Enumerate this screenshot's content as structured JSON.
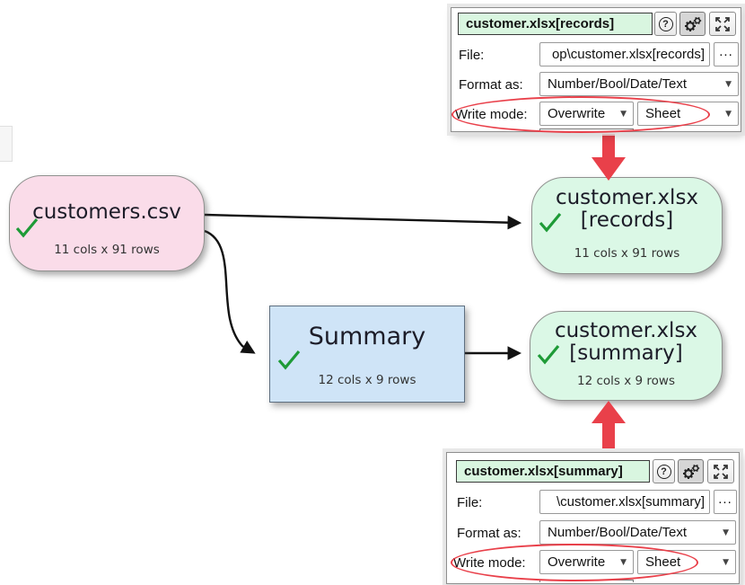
{
  "colors": {
    "accent_red": "#e9404a",
    "node_pink": "#fadce9",
    "node_green": "#dbf8e6",
    "node_blue": "#cfe4f7",
    "header_green": "#d9f6e0",
    "check_green": "#1e9b37"
  },
  "icons": {
    "help": "?",
    "browse": "...",
    "dropdown": "▼"
  },
  "diagram": {
    "source_node": {
      "title": "customers.csv",
      "stats": "11 cols x 91 rows"
    },
    "records_node": {
      "title": "customer.xlsx",
      "subtitle": "[records]",
      "stats": "11 cols x 91 rows"
    },
    "transform_node": {
      "title": "Summary",
      "stats": "12 cols x 9 rows"
    },
    "summary_node": {
      "title": "customer.xlsx",
      "subtitle": "[summary]",
      "stats": "12 cols x 9 rows"
    }
  },
  "panels": {
    "records": {
      "title": "customer.xlsx[records]",
      "file_label": "File:",
      "file_value": "op\\customer.xlsx[records]",
      "format_label": "Format as:",
      "format_value": "Number/Bool/Date/Text",
      "write_mode_label": "Write mode:",
      "write_mode_value": "Overwrite",
      "sheet_value": "Sheet"
    },
    "summary": {
      "title": "customer.xlsx[summary]",
      "file_label": "File:",
      "file_value": "\\customer.xlsx[summary]",
      "format_label": "Format as:",
      "format_value": "Number/Bool/Date/Text",
      "write_mode_label": "Write mode:",
      "write_mode_value": "Overwrite",
      "sheet_value": "Sheet"
    }
  }
}
